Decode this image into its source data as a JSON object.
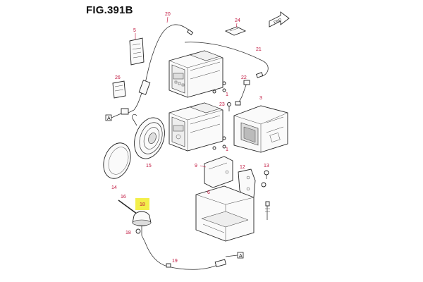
{
  "figure": {
    "title": "FIG.391B"
  },
  "orientation_mark": {
    "label": "FWD"
  },
  "reference_mark": {
    "label": "A"
  },
  "highlight": {
    "label": "18",
    "color": "#f3ef4a"
  },
  "callouts": {
    "c1": "1",
    "c3": "3",
    "c5": "5",
    "c6": "6",
    "c9": "9",
    "c12": "12",
    "c13": "13",
    "c14": "14",
    "c15": "15",
    "c16": "16",
    "c18": "18",
    "c19": "19",
    "c20": "20",
    "c21": "21",
    "c22": "22",
    "c23": "23",
    "c24": "24",
    "c26": "26"
  },
  "colors": {
    "callout": "#c0143c",
    "line": "#333333"
  }
}
